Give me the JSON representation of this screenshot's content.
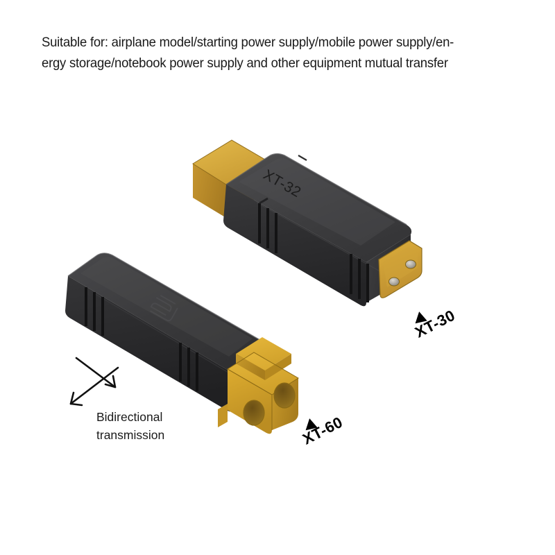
{
  "background_color": "#ffffff",
  "header": {
    "description": "Suitable for: airplane model/starting power supply/mobile power supply/en-\nergy storage/notebook power supply and other equipment mutual transfer"
  },
  "callouts": [
    {
      "id": "xt30",
      "label": "XT-30",
      "pointer_icon": "triangle-pointer-icon"
    },
    {
      "id": "xt60",
      "label": "XT-60",
      "pointer_icon": "triangle-pointer-icon"
    }
  ],
  "feature": {
    "label": "Bidirectional\ntransmission",
    "icon": "bidirectional-arrows-icon"
  },
  "products": [
    {
      "id": "adapter-top",
      "name": "XT60-male-to-XT30-female-adapter",
      "embossed_text": "XT-32",
      "male_end": "XT60 male plug",
      "female_end": "XT30 female socket",
      "body_color": "#3b3b3d",
      "connector_color": "#c79a33"
    },
    {
      "id": "adapter-bottom",
      "name": "XT30-male-to-XT60-female-adapter",
      "embossed_text": "",
      "female_end": "XT60 female socket",
      "body_color": "#2f2f31",
      "connector_color": "#d9a62b"
    }
  ],
  "colors": {
    "body_dark": "#2f2f31",
    "body_mid": "#3b3b3d",
    "body_light": "#4a4a4c",
    "rib_dark": "#141415",
    "gold_dark": "#a97f25",
    "gold_mid": "#c79a33",
    "gold_light": "#e0b441",
    "gold_bright": "#d9a62b",
    "pin_silver": "#b9b5ad",
    "text": "#1a1a1a"
  }
}
